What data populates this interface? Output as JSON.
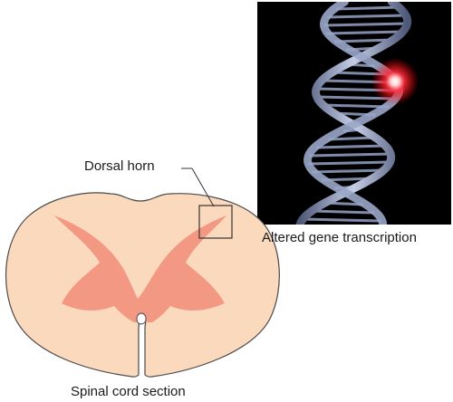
{
  "labels": {
    "dorsal_horn": "Dorsal horn",
    "gene_transcription": "Altered gene transcription",
    "spinal_cord": "Spinal cord section"
  },
  "colors": {
    "white_matter": "#fbd9bd",
    "gray_matter": "#f39883",
    "outline": "#4a4a4a",
    "dna_background": "#000000",
    "dna_strand": "#8a96b8",
    "highlight": "#ff2a3a"
  }
}
